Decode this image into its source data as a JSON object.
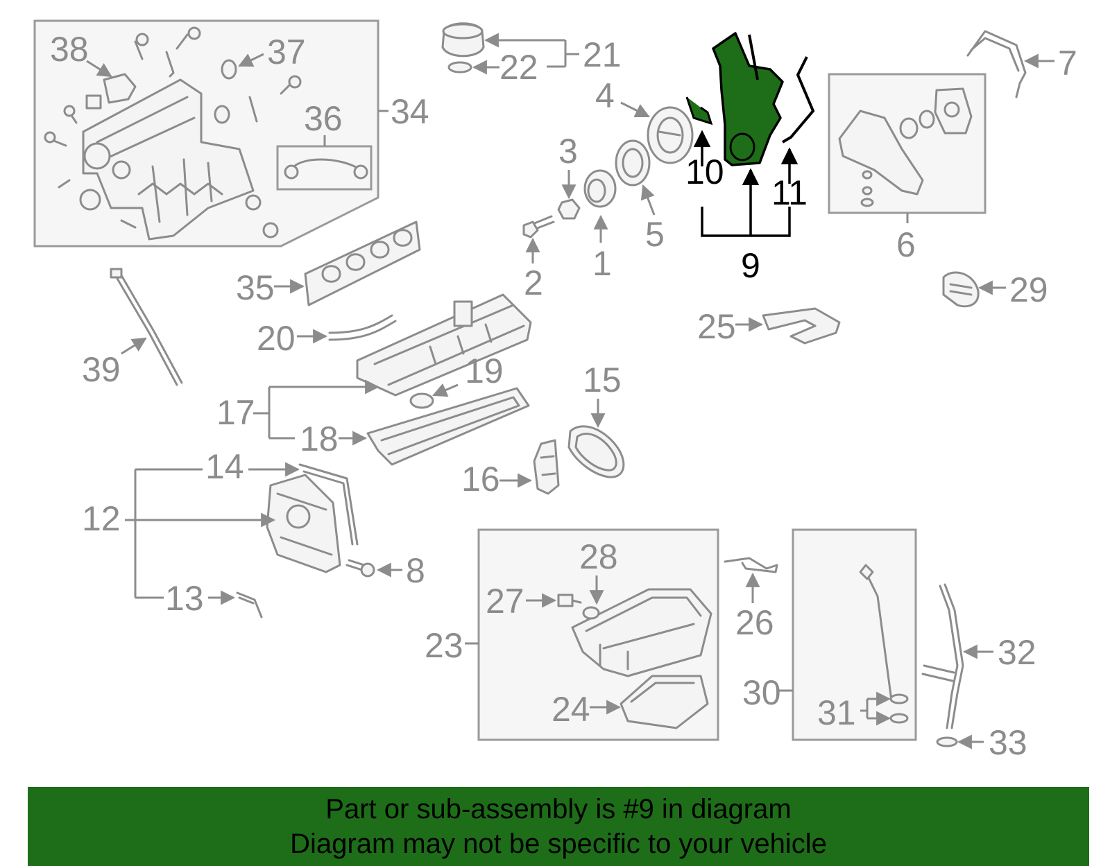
{
  "diagram": {
    "callouts": {
      "c1": "1",
      "c2": "2",
      "c3": "3",
      "c4": "4",
      "c5": "5",
      "c6": "6",
      "c7": "7",
      "c8": "8",
      "c9": "9",
      "c10": "10",
      "c11": "11",
      "c12": "12",
      "c13": "13",
      "c14": "14",
      "c15": "15",
      "c16": "16",
      "c17": "17",
      "c18": "18",
      "c19": "19",
      "c20": "20",
      "c21": "21",
      "c22": "22",
      "c23": "23",
      "c24": "24",
      "c25": "25",
      "c26": "26",
      "c27": "27",
      "c28": "28",
      "c29": "29",
      "c30": "30",
      "c31": "31",
      "c32": "32",
      "c33": "33",
      "c34": "34",
      "c35": "35",
      "c36": "36",
      "c37": "37",
      "c38": "38",
      "c39": "39"
    },
    "highlight_color": "#1e6e19",
    "line_color": "#8c8c8c"
  },
  "banner": {
    "line1": "Part or sub-assembly is #9 in diagram",
    "line2": "Diagram may not be specific to your vehicle",
    "color": "#1e6e19"
  }
}
